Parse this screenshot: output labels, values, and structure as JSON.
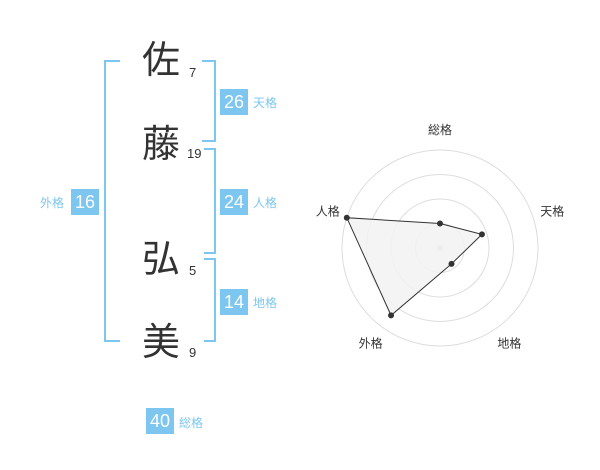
{
  "name": {
    "chars": [
      {
        "char": "佐",
        "strokes": "7"
      },
      {
        "char": "藤",
        "strokes": "19"
      },
      {
        "char": "弘",
        "strokes": "5"
      },
      {
        "char": "美",
        "strokes": "9"
      }
    ]
  },
  "kaku": {
    "tenkaku": {
      "value": "26",
      "label": "天格"
    },
    "jinkaku": {
      "value": "24",
      "label": "人格"
    },
    "chikaku": {
      "value": "14",
      "label": "地格"
    },
    "gaikaku": {
      "value": "16",
      "label": "外格"
    },
    "soukaku": {
      "value": "40",
      "label": "総格"
    }
  },
  "chart_data": {
    "type": "radar",
    "axes": [
      "総格",
      "天格",
      "地格",
      "外格",
      "人格"
    ],
    "values": [
      0.25,
      0.45,
      0.2,
      0.85,
      1.0
    ],
    "rings": 4,
    "fill": "#f2f2f2",
    "line": "#333333",
    "ring_color": "#dddddd"
  },
  "colors": {
    "accent": "#7cc6ef",
    "text": "#333333"
  }
}
